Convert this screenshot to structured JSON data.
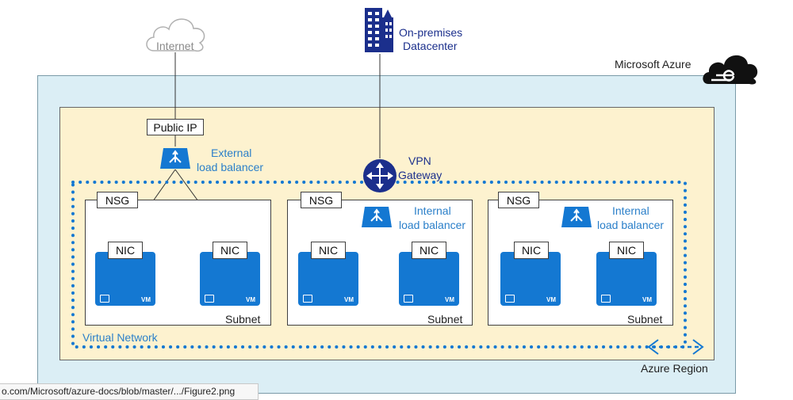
{
  "internet_label": "Internet",
  "onprem_label_1": "On-premises",
  "onprem_label_2": "Datacenter",
  "azure_label": "Microsoft Azure",
  "public_ip_label": "Public IP",
  "external_lb_label_1": "External",
  "external_lb_label_2": "load balancer",
  "vpn_label_1": "VPN",
  "vpn_label_2": "Gateway",
  "subnets": [
    {
      "nsg": "NSG",
      "subnet_label": "Subnet",
      "nic1": "NIC",
      "nic2": "NIC",
      "vm1": "VM",
      "vm2": "VM"
    },
    {
      "nsg": "NSG",
      "subnet_label": "Subnet",
      "lb_label_1": "Internal",
      "lb_label_2": "load balancer",
      "nic1": "NIC",
      "nic2": "NIC",
      "vm1": "VM",
      "vm2": "VM"
    },
    {
      "nsg": "NSG",
      "subnet_label": "Subnet",
      "lb_label_1": "Internal",
      "lb_label_2": "load balancer",
      "nic1": "NIC",
      "nic2": "NIC",
      "vm1": "VM",
      "vm2": "VM"
    }
  ],
  "vnet_label": "Virtual Network",
  "region_label": "Azure Region",
  "status_url": "o.com/Microsoft/azure-docs/blob/master/.../Figure2.png",
  "colors": {
    "azure_bg": "#dbeef5",
    "region_bg": "#fdf2cf",
    "vm": "#1478d2",
    "navy": "#1b2f8c",
    "accent": "#2a7fc9"
  }
}
